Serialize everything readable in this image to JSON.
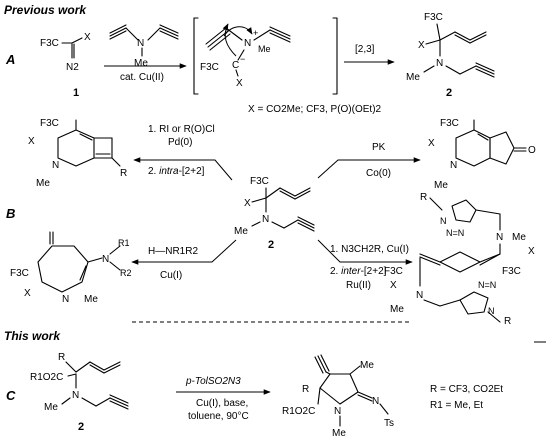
{
  "headings": {
    "previous": "Previous work",
    "this": "This work"
  },
  "sections": {
    "a": "A",
    "b": "B",
    "c": "C"
  },
  "compounds": {
    "c1": "1",
    "c2a": "2",
    "c2b": "2",
    "c2c": "2"
  },
  "atoms": {
    "f3c": "F3C",
    "x": "X",
    "n2": "N2",
    "n": "N",
    "me": "Me",
    "r": "R",
    "o": "O",
    "n_ts": "Ts",
    "ro2c": "R1O2C",
    "nr1": "R1",
    "nr2": "R2",
    "n_eq": "N"
  },
  "reagents": {
    "cu2": "cat. Cu(II)",
    "sigmatropic": "[2,3]",
    "x_def": "X = CO2Me; CF3, P(O)(OEt)2",
    "rx_1": "1. RI or R(O)Cl",
    "pd0": "Pd(0)",
    "rx_2a": "2. ",
    "rx_2b": "intra",
    "rx_2c": "-[2+2]",
    "pk": "PK",
    "co0": "Co(0)",
    "hnr": "H—NR1R2",
    "cu1": "Cu(I)",
    "az_1": "1. N3CH2R, Cu(I)",
    "az_2a": "2. ",
    "az_2b": "inter",
    "az_2c": "-[2+2]",
    "ru2": "Ru(II)",
    "tsn3": "p-TolSO2N3",
    "cond1": "Cu(I), base,",
    "cond2": "toluene, 90°C",
    "r_def": "R = CF3, CO2Et",
    "r1_def": "R1 = Me, Et"
  }
}
